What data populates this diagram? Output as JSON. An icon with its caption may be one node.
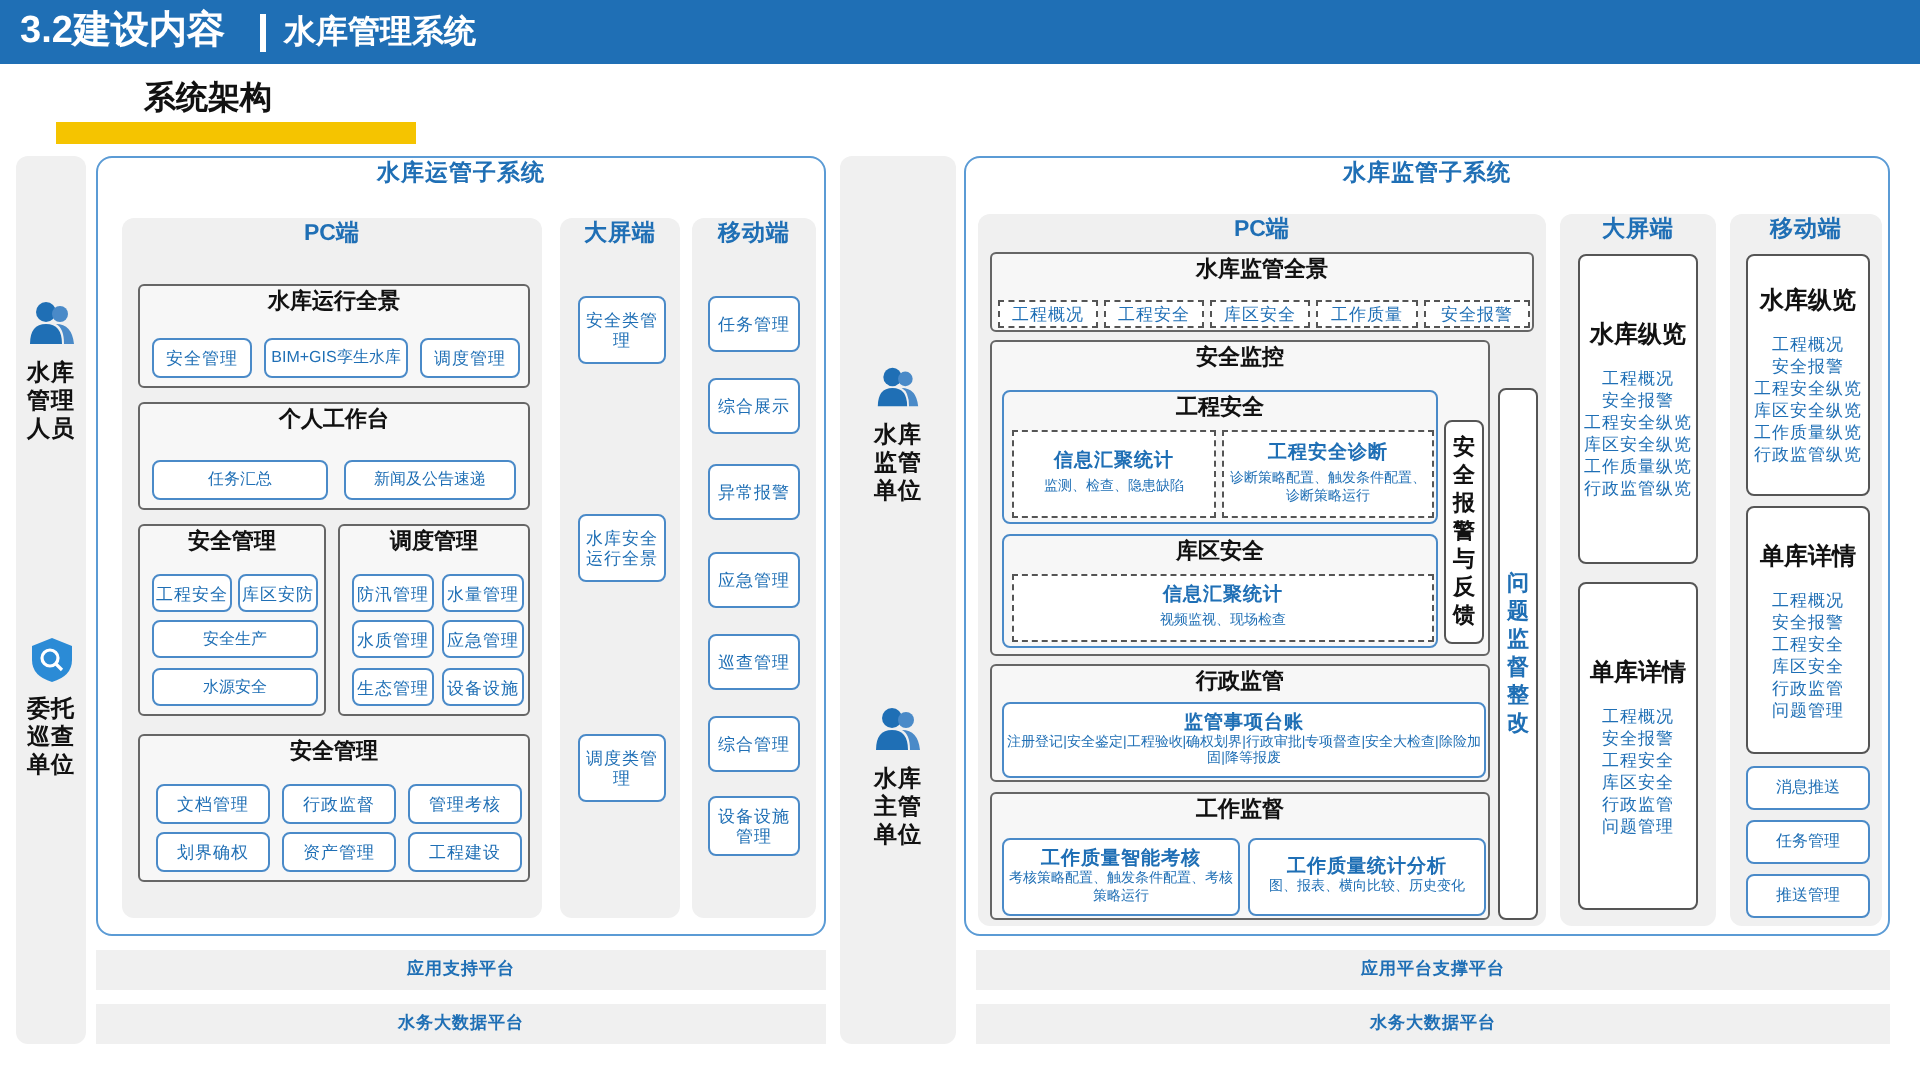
{
  "diagram": {
    "title": "3.2建设内容",
    "nodes": [
      {
        "text": [
          "水库管理人员"
        ]
      },
      {
        "text": [
          "委托巡查单位"
        ]
      },
      {
        "text": [
          "水库运管子系统"
        ]
      },
      {
        "text": [
          "PC端"
        ],
        "in": 2
      },
      {
        "text": [
          "水库运行全景"
        ],
        "in": 3
      },
      {
        "text": [
          "安全管理"
        ],
        "in": 4
      },
      {
        "text": [
          "BIM+GIS孪生水库"
        ],
        "in": 4
      },
      {
        "text": [
          "调度管理"
        ],
        "in": 4
      },
      {
        "text": [
          "个人工作台"
        ],
        "in": 3
      },
      {
        "text": [
          "任务汇总"
        ],
        "in": 8
      },
      {
        "text": [
          "新闻及公告速递"
        ],
        "in": 8
      },
      {
        "text": [
          "安全管理"
        ],
        "in": 3
      },
      {
        "text": [
          "工程安全"
        ],
        "in": 11
      },
      {
        "text": [
          "库区安防"
        ],
        "in": 11
      },
      {
        "text": [
          "安全生产"
        ],
        "in": 11
      },
      {
        "text": [
          "水源安全"
        ],
        "in": 11
      },
      {
        "text": [
          "调度管理"
        ],
        "in": 3
      },
      {
        "text": [
          "防汛管理"
        ],
        "in": 16
      },
      {
        "text": [
          "水量管理"
        ],
        "in": 16
      },
      {
        "text": [
          "水质管理"
        ],
        "in": 16
      },
      {
        "text": [
          "应急管理"
        ],
        "in": 16
      },
      {
        "text": [
          "生态管理"
        ],
        "in": 16
      },
      {
        "text": [
          "设备设施"
        ],
        "in": 16
      },
      {
        "text": [
          "安全管理"
        ],
        "in": 3
      },
      {
        "text": [
          "文档管理"
        ],
        "in": 23
      },
      {
        "text": [
          "行政监督"
        ],
        "in": 23
      },
      {
        "text": [
          "管理考核"
        ],
        "in": 23
      },
      {
        "text": [
          "划界确权"
        ],
        "in": 23
      },
      {
        "text": [
          "资产管理"
        ],
        "in": 23
      },
      {
        "text": [
          "工程建设"
        ],
        "in": 23
      },
      {
        "text": [
          "大屏端"
        ],
        "in": 2
      },
      {
        "text": [
          "安全类管理"
        ],
        "in": 30
      },
      {
        "text": [
          "水库安全运行全景"
        ],
        "in": 30
      },
      {
        "text": [
          "调度类管理"
        ],
        "in": 30
      },
      {
        "text": [
          "移动端"
        ],
        "in": 2
      },
      {
        "text": [
          "任务管理"
        ],
        "in": 34
      },
      {
        "text": [
          "综合展示"
        ],
        "in": 34
      },
      {
        "text": [
          "异常报警"
        ],
        "in": 34
      },
      {
        "text": [
          "应急管理"
        ],
        "in": 34
      },
      {
        "text": [
          "巡查管理"
        ],
        "in": 34
      },
      {
        "text": [
          "综合管理"
        ],
        "in": 34
      },
      {
        "text": [
          "设备设施管理"
        ],
        "in": 34
      },
      {
        "text": [
          "应用支持平台"
        ]
      },
      {
        "text": [
          "水务大数据平台"
        ]
      },
      {
        "text": [
          "水库监管单位"
        ]
      },
      {
        "text": [
          "水库主管单位"
        ]
      },
      {
        "text": [
          "水库监管子系统"
        ]
      },
      {
        "text": [
          "PC端"
        ],
        "in": 46
      },
      {
        "text": [
          "水库监管全景"
        ],
        "in": 47
      },
      {
        "text": [
          "工程概况"
        ],
        "in": 48
      },
      {
        "text": [
          "工程安全"
        ],
        "in": 48
      },
      {
        "text": [
          "库区安全"
        ],
        "in": 48
      },
      {
        "text": [
          "工作质量"
        ],
        "in": 48
      },
      {
        "text": [
          "安全报警"
        ],
        "in": 48
      },
      {
        "text": [
          "安全监控"
        ],
        "in": 47
      },
      {
        "text": [
          "工程安全"
        ],
        "in": 54
      },
      {
        "text": [
          "信息汇聚统计",
          "监测、检查、隐患缺陷"
        ],
        "in": 55
      },
      {
        "text": [
          "工程安全诊断",
          "诊断策略配置、触发条件配置、诊断策略运行"
        ],
        "in": 55
      },
      {
        "text": [
          "库区安全"
        ],
        "in": 54
      },
      {
        "text": [
          "信息汇聚统计",
          "视频监视、现场检查"
        ],
        "in": 58
      },
      {
        "text": [
          "安全报警与反馈"
        ],
        "in": 54
      },
      {
        "text": [
          "问题监督整改"
        ],
        "in": 47
      },
      {
        "text": [
          "行政监管"
        ],
        "in": 47
      },
      {
        "text": [
          "监管事项台账",
          "注册登记|安全鉴定|工程验收|确权划界|行政审批|专项督查|安全大检查|除险加固|降等报废"
        ],
        "in": 62
      },
      {
        "text": [
          "工作监督"
        ],
        "in": 47
      },
      {
        "text": [
          "工作质量智能考核",
          "考核策略配置、触发条件配置、考核策略运行"
        ],
        "in": 64
      },
      {
        "text": [
          "工作质量统计分析",
          "图、报表、横向比较、历史变化"
        ],
        "in": 64
      },
      {
        "text": [
          "大屏端"
        ],
        "in": 46
      },
      {
        "text": [
          "水库纵览",
          "工程概况",
          "安全报警",
          "工程安全纵览",
          "库区安全纵览",
          "工作质量纵览",
          "行政监管纵览"
        ],
        "in": 67
      },
      {
        "text": [
          "单库详情",
          "工程概况",
          "安全报警",
          "工程安全",
          "库区安全",
          "行政监管",
          "问题管理"
        ],
        "in": 67
      },
      {
        "text": [
          "移动端"
        ],
        "in": 46
      },
      {
        "text": [
          "水库纵览",
          "工程概况",
          "安全报警",
          "工程安全纵览",
          "库区安全纵览",
          "工作质量纵览",
          "行政监管纵览"
        ],
        "in": 70
      },
      {
        "text": [
          "单库详情",
          "工程概况",
          "安全报警",
          "工程安全",
          "库区安全",
          "行政监管",
          "问题管理"
        ],
        "in": 70
      },
      {
        "text": [
          "消息推送"
        ],
        "in": 70
      },
      {
        "text": [
          "任务管理"
        ],
        "in": 70
      },
      {
        "text": [
          "推送管理"
        ],
        "in": 70
      },
      {
        "text": [
          "应用平台支撑平台"
        ]
      },
      {
        "text": [
          "水务大数据平台"
        ]
      }
    ],
    "labels": [
      "水库管理系统",
      "系统架构"
    ]
  }
}
